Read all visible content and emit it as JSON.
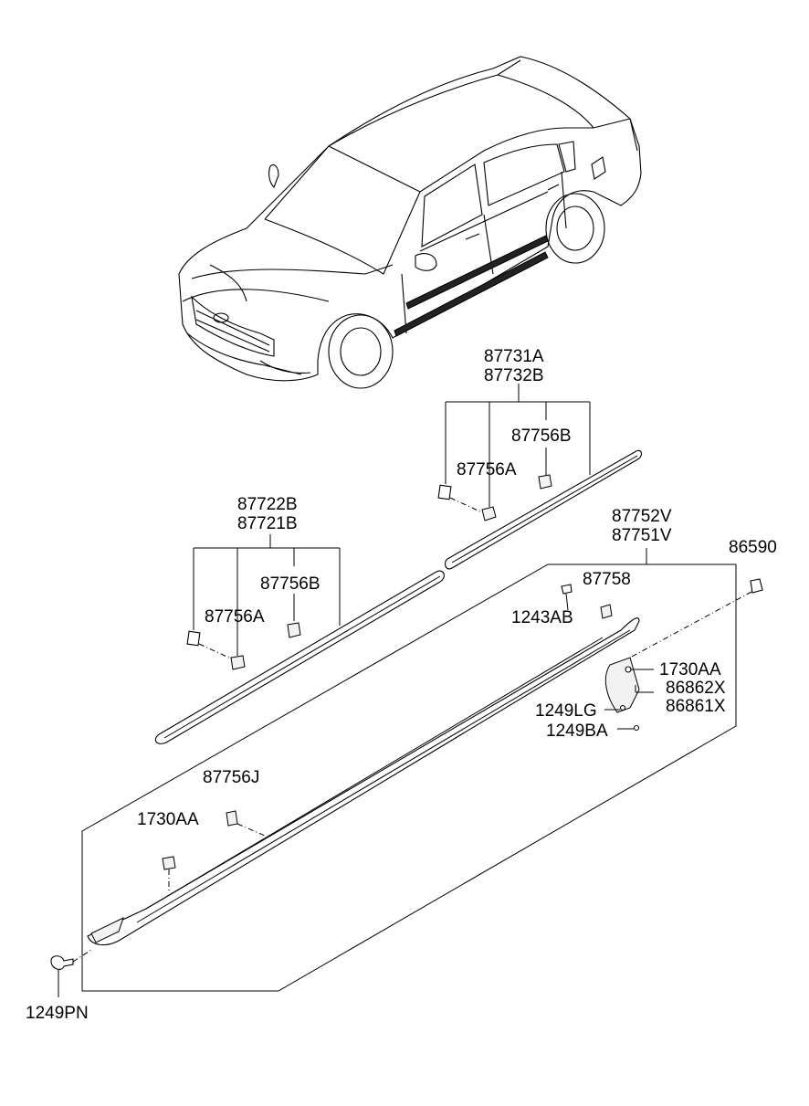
{
  "labels": {
    "p87731A": "87731A",
    "p87732B": "87732B",
    "p87756B_top": "87756B",
    "p87756A_top": "87756A",
    "p87722B": "87722B",
    "p87721B": "87721B",
    "p87756B_mid": "87756B",
    "p87756A_mid": "87756A",
    "p87752V": "87752V",
    "p87751V": "87751V",
    "p86590": "86590",
    "p87758": "87758",
    "p1243AB": "1243AB",
    "p1730AA_r": "1730AA",
    "p86862X": "86862X",
    "p86861X": "86861X",
    "p1249LG": "1249LG",
    "p1249BA": "1249BA",
    "p87756J": "87756J",
    "p1730AA_l": "1730AA",
    "p1249PN": "1249PN"
  }
}
